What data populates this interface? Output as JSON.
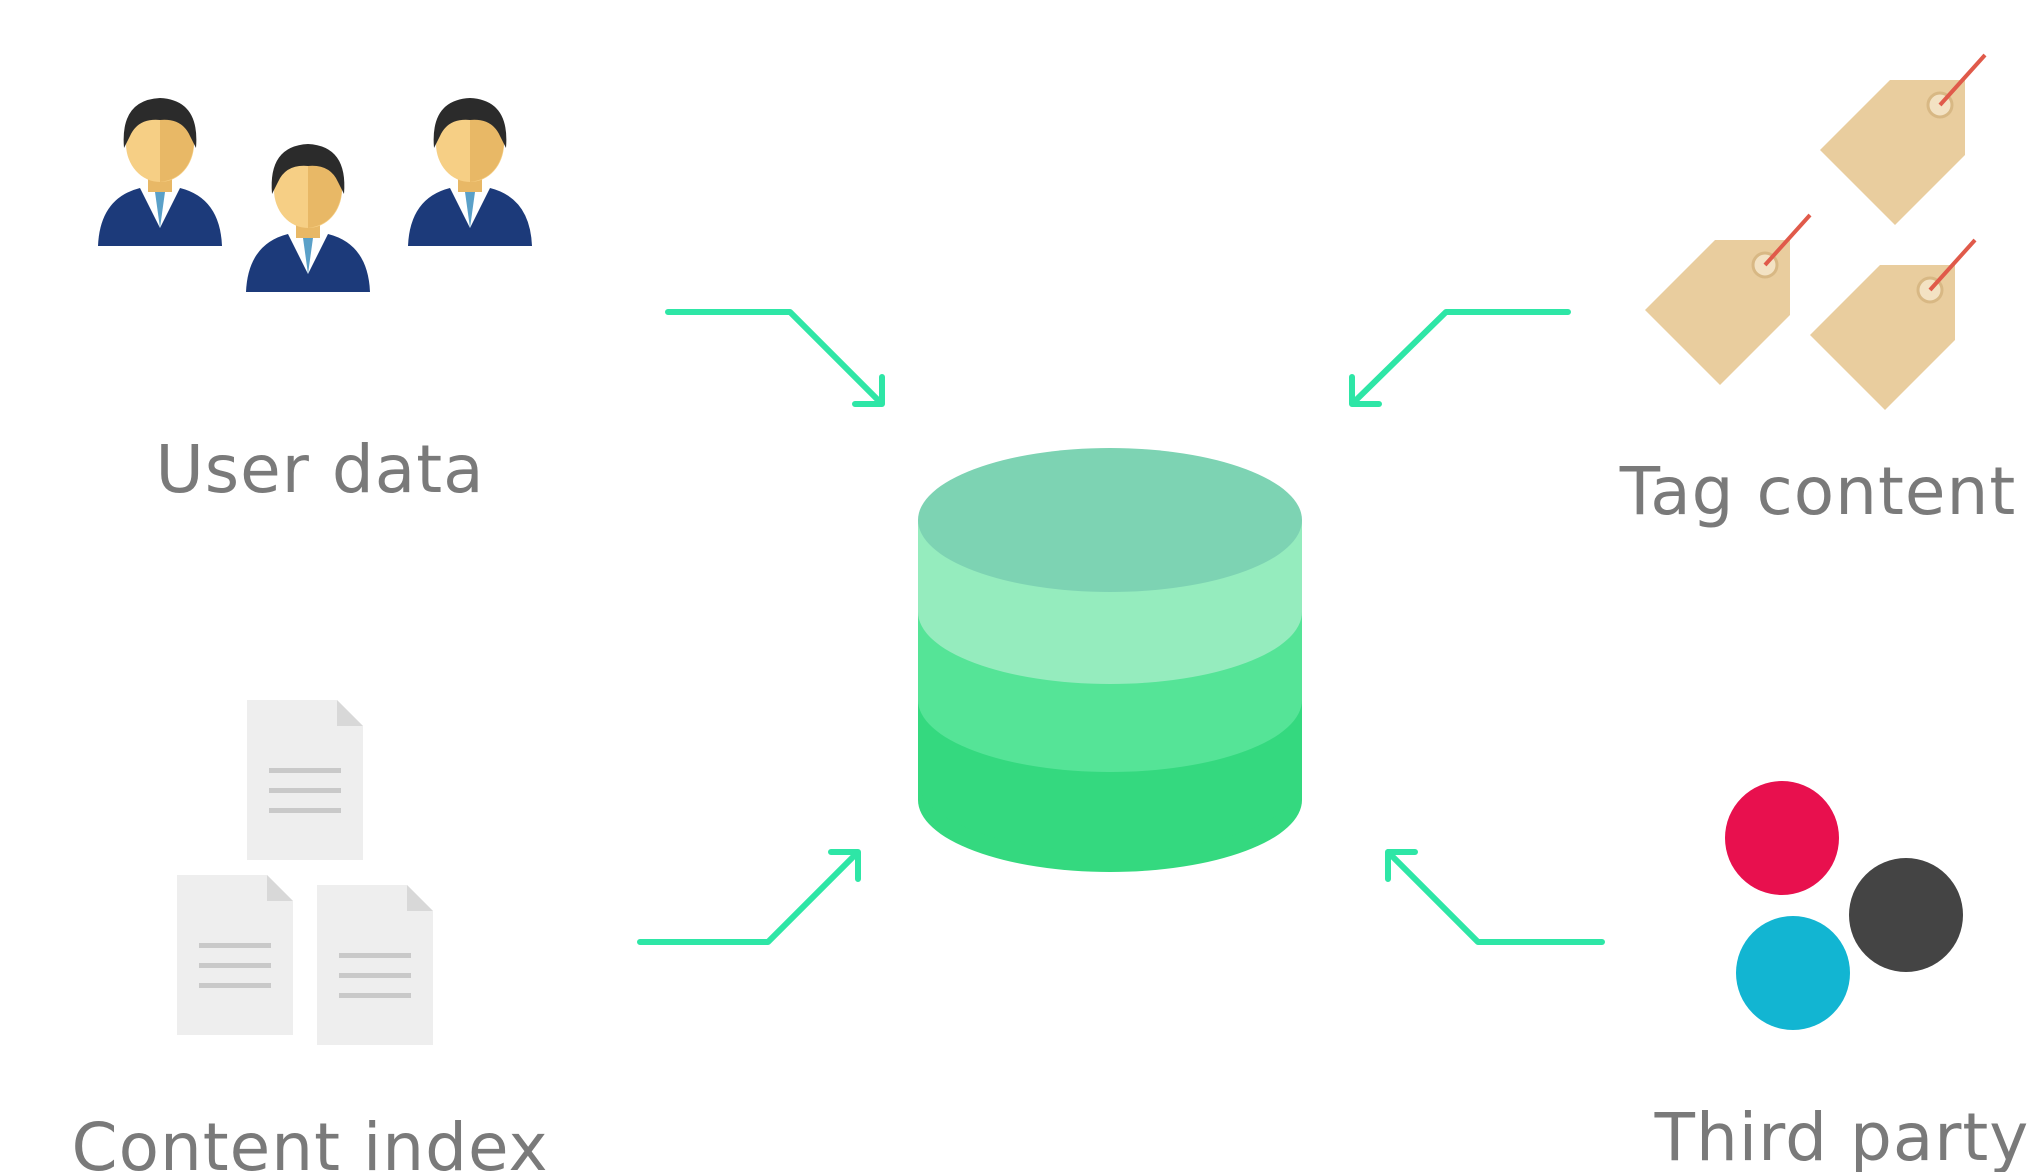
{
  "sources": {
    "user_data": {
      "label": "User data",
      "icon": "users-icon"
    },
    "tag_content": {
      "label": "Tag content",
      "icon": "tags-icon"
    },
    "content_index": {
      "label": "Content index",
      "icon": "documents-icon"
    },
    "third_party": {
      "label": "Third party",
      "icon": "circles-icon"
    }
  },
  "hub": {
    "icon": "database-icon"
  },
  "colors": {
    "arrow": "#2ee6a6",
    "db_top": "#7dd3b3",
    "db_band_1": "#95ecbe",
    "db_band_2": "#55e497",
    "db_band_3": "#34d97f",
    "label": "#7a7a7a",
    "skin": "#f6cf85",
    "hair": "#2b2b2b",
    "suit": "#1c3a7a",
    "tag": "#e9cd9e",
    "tag_string": "#e05a4a",
    "doc": "#eeeeee",
    "circle_red": "#e8104e",
    "circle_dark": "#444444",
    "circle_cyan": "#12b5d2"
  }
}
